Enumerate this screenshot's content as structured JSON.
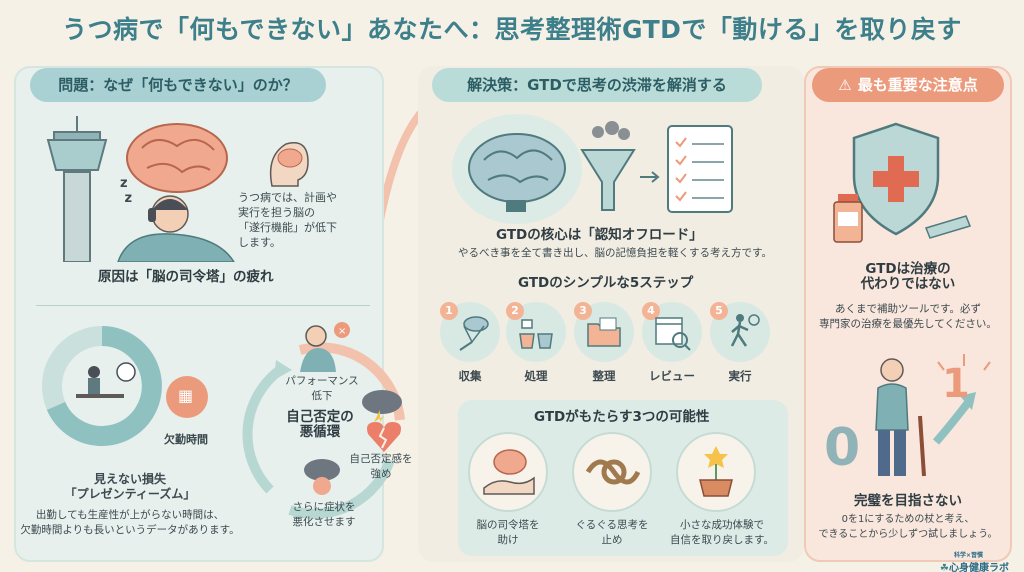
{
  "title": "うつ病で「何もできない」あなたへ：思考整理術GTDで「動ける」を取り戻す",
  "problem": {
    "pill": "問題：なぜ「何もできない」のか？",
    "explain_lines": [
      "うつ病では、計画や",
      "実行を担う脳の",
      "「遂行機能」が低下",
      "します。"
    ],
    "cause": "原因は「脳の司令塔」の疲れ",
    "absence_label": "欠勤時間",
    "hidden_loss_lines": [
      "見えない損失",
      "「プレゼンティーズム」"
    ],
    "hidden_loss_desc_lines": [
      "出勤しても生産性が上がらない時間は、",
      "欠勤時間よりも長いというデータがあります。"
    ],
    "cycle_title_lines": [
      "自己否定の",
      "悪循環"
    ],
    "cycle_perf_lines": [
      "パフォーマンス",
      "低下"
    ],
    "cycle_neg_lines": [
      "自己否定感を",
      "強め"
    ],
    "cycle_worse_lines": [
      "さらに症状を",
      "悪化させます"
    ]
  },
  "solution": {
    "pill": "解決策：GTDで思考の渋滞を解消する",
    "core_title": "GTDの核心は「認知オフロード」",
    "core_desc": "やるべき事を全て書き出し、脳の記憶負担を軽くする考え方です。",
    "steps_title": "GTDのシンプルな5ステップ",
    "steps": [
      {
        "num": "1",
        "label": "収集"
      },
      {
        "num": "2",
        "label": "処理"
      },
      {
        "num": "3",
        "label": "整理"
      },
      {
        "num": "4",
        "label": "レビュー"
      },
      {
        "num": "5",
        "label": "実行"
      }
    ],
    "benefits_title": "GTDがもたらす3つの可能性",
    "benefits": [
      {
        "lines": [
          "脳の司令塔を",
          "助け"
        ]
      },
      {
        "lines": [
          "ぐるぐる思考を",
          "止め"
        ]
      },
      {
        "lines": [
          "小さな成功体験で",
          "自信を取り戻します。"
        ]
      }
    ]
  },
  "warning": {
    "pill": "最も重要な注意点",
    "not_replace_lines": [
      "GTDは治療の",
      "代わりではない"
    ],
    "not_replace_desc_lines": [
      "あくまで補助ツールです。必ず",
      "専門家の治療を最優先してください。"
    ],
    "zero": "0",
    "one": "1",
    "perfect_title": "完璧を目指さない",
    "perfect_desc_lines": [
      "0を1にするための杖と考え、",
      "できることから少しずつ試しましょう。"
    ]
  },
  "logo": {
    "small": "科学×習慣",
    "name": "心身健康ラボ"
  },
  "colors": {
    "teal": "#3d7f8a",
    "coral": "#ec9a7c",
    "mint": "#b9dcd8"
  }
}
